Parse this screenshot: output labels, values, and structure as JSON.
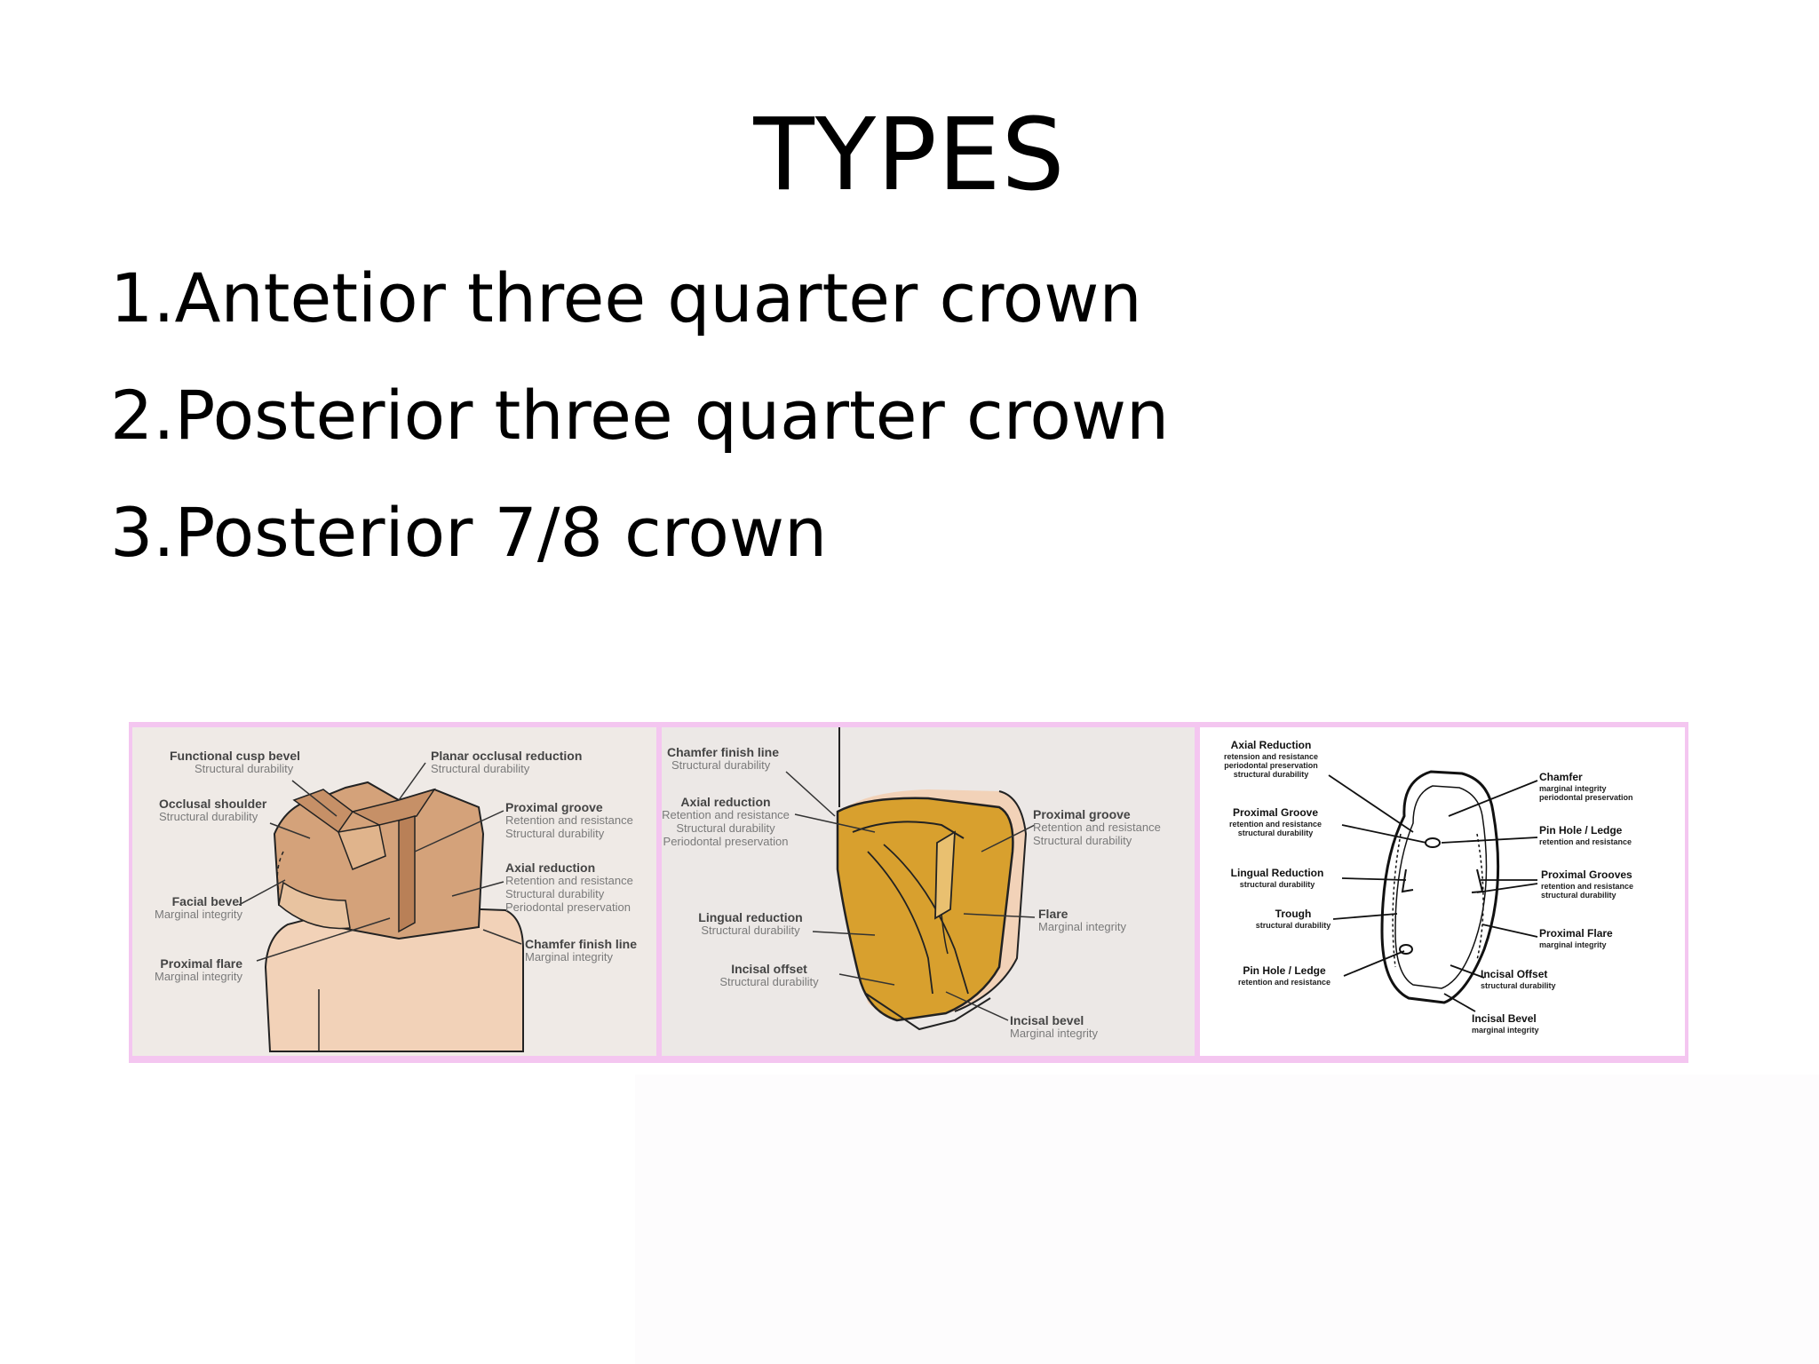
{
  "slide": {
    "title": "TYPES",
    "items": [
      "1.Antetior three quarter crown",
      "2.Posterior three quarter crown",
      "3.Posterior 7/8 crown"
    ]
  },
  "figure1": {
    "labels": [
      {
        "title": "Functional cusp bevel",
        "sub": "Structural durability"
      },
      {
        "title": "Planar occlusal reduction",
        "sub": "Structural durability"
      },
      {
        "title": "Occlusal shoulder",
        "sub": "Structural durability"
      },
      {
        "title": "Proximal groove",
        "sub": [
          "Retention and resistance",
          "Structural durability"
        ]
      },
      {
        "title": "Axial reduction",
        "sub": [
          "Retention and resistance",
          "Structural durability",
          "Periodontal preservation"
        ]
      },
      {
        "title": "Facial bevel",
        "sub": "Marginal integrity"
      },
      {
        "title": "Chamfer finish line",
        "sub": "Marginal integrity"
      },
      {
        "title": "Proximal flare",
        "sub": "Marginal integrity"
      }
    ]
  },
  "figure2": {
    "labels": [
      {
        "title": "Chamfer finish line",
        "sub": "Structural durability"
      },
      {
        "title": "Axial reduction",
        "sub": [
          "Retention and resistance",
          "Structural durability",
          "Periodontal preservation"
        ]
      },
      {
        "title": "Proximal groove",
        "sub": [
          "Retention and resistance",
          "Structural durability"
        ]
      },
      {
        "title": "Lingual reduction",
        "sub": "Structural durability"
      },
      {
        "title": "Flare",
        "sub": "Marginal integrity"
      },
      {
        "title": "Incisal offset",
        "sub": "Structural durability"
      },
      {
        "title": "Incisal bevel",
        "sub": "Marginal integrity"
      }
    ]
  },
  "figure3": {
    "labels": [
      {
        "title": "Axial Reduction",
        "sub": [
          "retension and resistance",
          "periodontal preservation",
          "structural durability"
        ]
      },
      {
        "title": "Chamfer",
        "sub": [
          "marginal integrity",
          "periodontal preservation"
        ]
      },
      {
        "title": "Proximal Groove",
        "sub": [
          "retention and resistance",
          "structural durability"
        ]
      },
      {
        "title": "Pin Hole / Ledge",
        "sub": "retention and resistance"
      },
      {
        "title": "Lingual Reduction",
        "sub": "structural durability"
      },
      {
        "title": "Proximal Grooves",
        "sub": [
          "retention and resistance",
          "structural durability"
        ]
      },
      {
        "title": "Trough",
        "sub": "structural durability"
      },
      {
        "title": "Proximal Flare",
        "sub": "marginal integrity"
      },
      {
        "title": "Pin Hole / Ledge",
        "sub": "retention and resistance"
      },
      {
        "title": "Incisal Offset",
        "sub": "structural durability"
      },
      {
        "title": "Incisal Bevel",
        "sub": "marginal integrity"
      }
    ]
  },
  "colors": {
    "strip_border": "#f4c6f0",
    "tooth_light": "#f2d2b8",
    "tooth_prep": "#d4a27a",
    "tooth_gold": "#d8a02e"
  }
}
